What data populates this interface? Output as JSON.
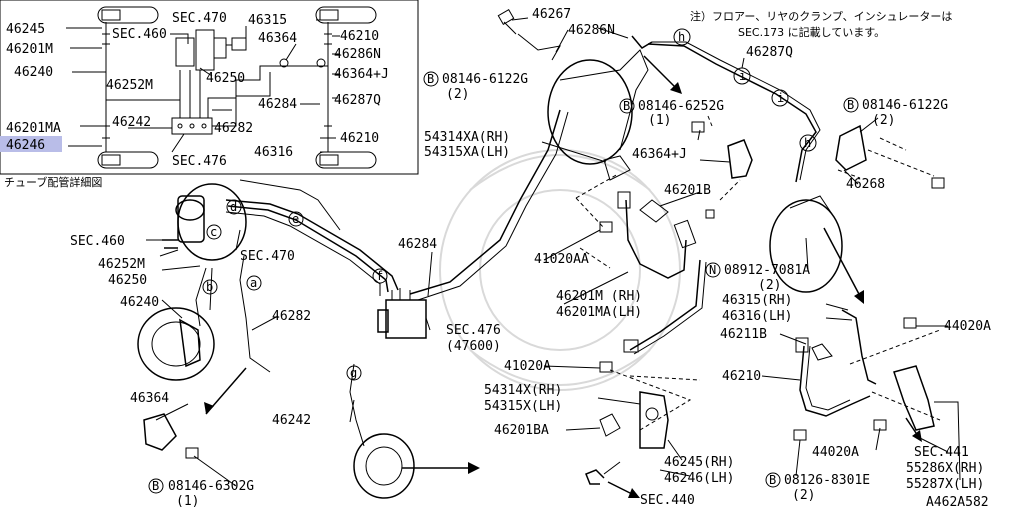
{
  "inset": {
    "caption": "チューブ配管詳細図",
    "labels": {
      "l46245": "46245",
      "l46201M": "46201M",
      "l46240": "46240",
      "l46201MA": "46201MA",
      "l46246": "46246",
      "sec470": "SEC.470",
      "sec460": "SEC.460",
      "l46252M": "46252M",
      "l46250": "46250",
      "l46242": "46242",
      "l46282": "46282",
      "sec476": "SEC.476",
      "l46315": "46315",
      "l46364": "46364",
      "l46210a": "46210",
      "l46286N": "46286N",
      "l46364J": "46364+J",
      "l46284": "46284",
      "l46287Q": "46287Q",
      "l46210b": "46210",
      "l46316": "46316"
    }
  },
  "note": {
    "line1": "注）フロアー、リヤのクランプ、インシュレーターは",
    "line2": "SEC.173 に記載しています。"
  },
  "parts": {
    "p46267": "46267",
    "p46286N": "46286N",
    "b1": "08146-6122G",
    "b1q": "(2)",
    "p46287Q": "46287Q",
    "b2": "08146-6252G",
    "b2q": "(1)",
    "b3": "08146-6122G",
    "b3q": "(2)",
    "p54314XA": "54314XA(RH)",
    "p54315XA": "54315XA(LH)",
    "p46364J": "46364+J",
    "p46268": "46268",
    "p46201B": "46201B",
    "p46284": "46284",
    "p41020AA": "41020AA",
    "n1": "08912-7081A",
    "n1q": "(2)",
    "sec460": "SEC.460",
    "sec470": "SEC.470",
    "p46252M": "46252M",
    "p46250": "46250",
    "p46240": "46240",
    "p46282": "46282",
    "p46201M": "46201M (RH)",
    "p46201MA": "46201MA(LH)",
    "p46315": "46315(RH)",
    "p46316": "46316(LH)",
    "p46211B": "46211B",
    "p44020A1": "44020A",
    "sec476": "SEC.476",
    "sec476q": "(47600)",
    "p41020A": "41020A",
    "p46210": "46210",
    "p54314X": "54314X(RH)",
    "p54315X": "54315X(LH)",
    "p46364": "46364",
    "p46242": "46242",
    "p46201BA": "46201BA",
    "p44020A2": "44020A",
    "sec441": "SEC.441",
    "p46245": "46245(RH)",
    "p46246": "46246(LH)",
    "b4": "08126-8301E",
    "b4q": "(2)",
    "p55286X": "55286X(RH)",
    "p55287X": "55287X(LH)",
    "b5": "08146-6302G",
    "b5q": "(1)",
    "sec440": "SEC.440",
    "code": "A462A582"
  },
  "circles": {
    "d": "d",
    "e": "e",
    "c": "c",
    "f": "f",
    "a": "a",
    "b": "b",
    "g": "g",
    "h1": "h",
    "i1": "i",
    "i2": "i",
    "h2": "h"
  },
  "symbols": {
    "B": "B",
    "N": "N"
  }
}
